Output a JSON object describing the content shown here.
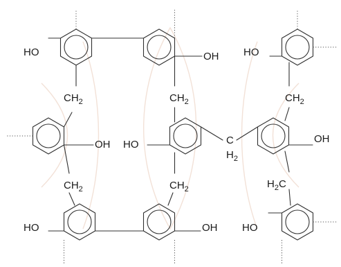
{
  "labels": {
    "ho": "HO",
    "oh": "OH",
    "ch": "CH",
    "hc": "C",
    "h": "H",
    "c": "C",
    "sub2": "2"
  }
}
